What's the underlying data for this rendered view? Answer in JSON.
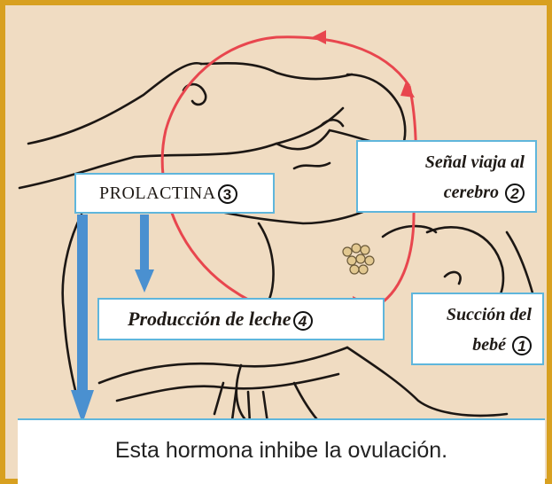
{
  "labels": {
    "prolactina": {
      "text": "PROLACTINA",
      "step": "3"
    },
    "senal": {
      "line1": "Señal viaja al",
      "line2": "cerebro",
      "step": "2"
    },
    "produccion": {
      "text": "Producción de leche",
      "step": "4"
    },
    "succion": {
      "line1": "Succión del",
      "line2": "bebé",
      "step": "1"
    }
  },
  "footer": {
    "text": "Esta hormona inhibe la ovulación."
  },
  "colors": {
    "cycle_arrow": "#e8464e",
    "hormone_arrow": "#4a90d0",
    "label_border": "#5fb6dc",
    "frame": "#d8a020",
    "background": "#f0dcc2"
  }
}
